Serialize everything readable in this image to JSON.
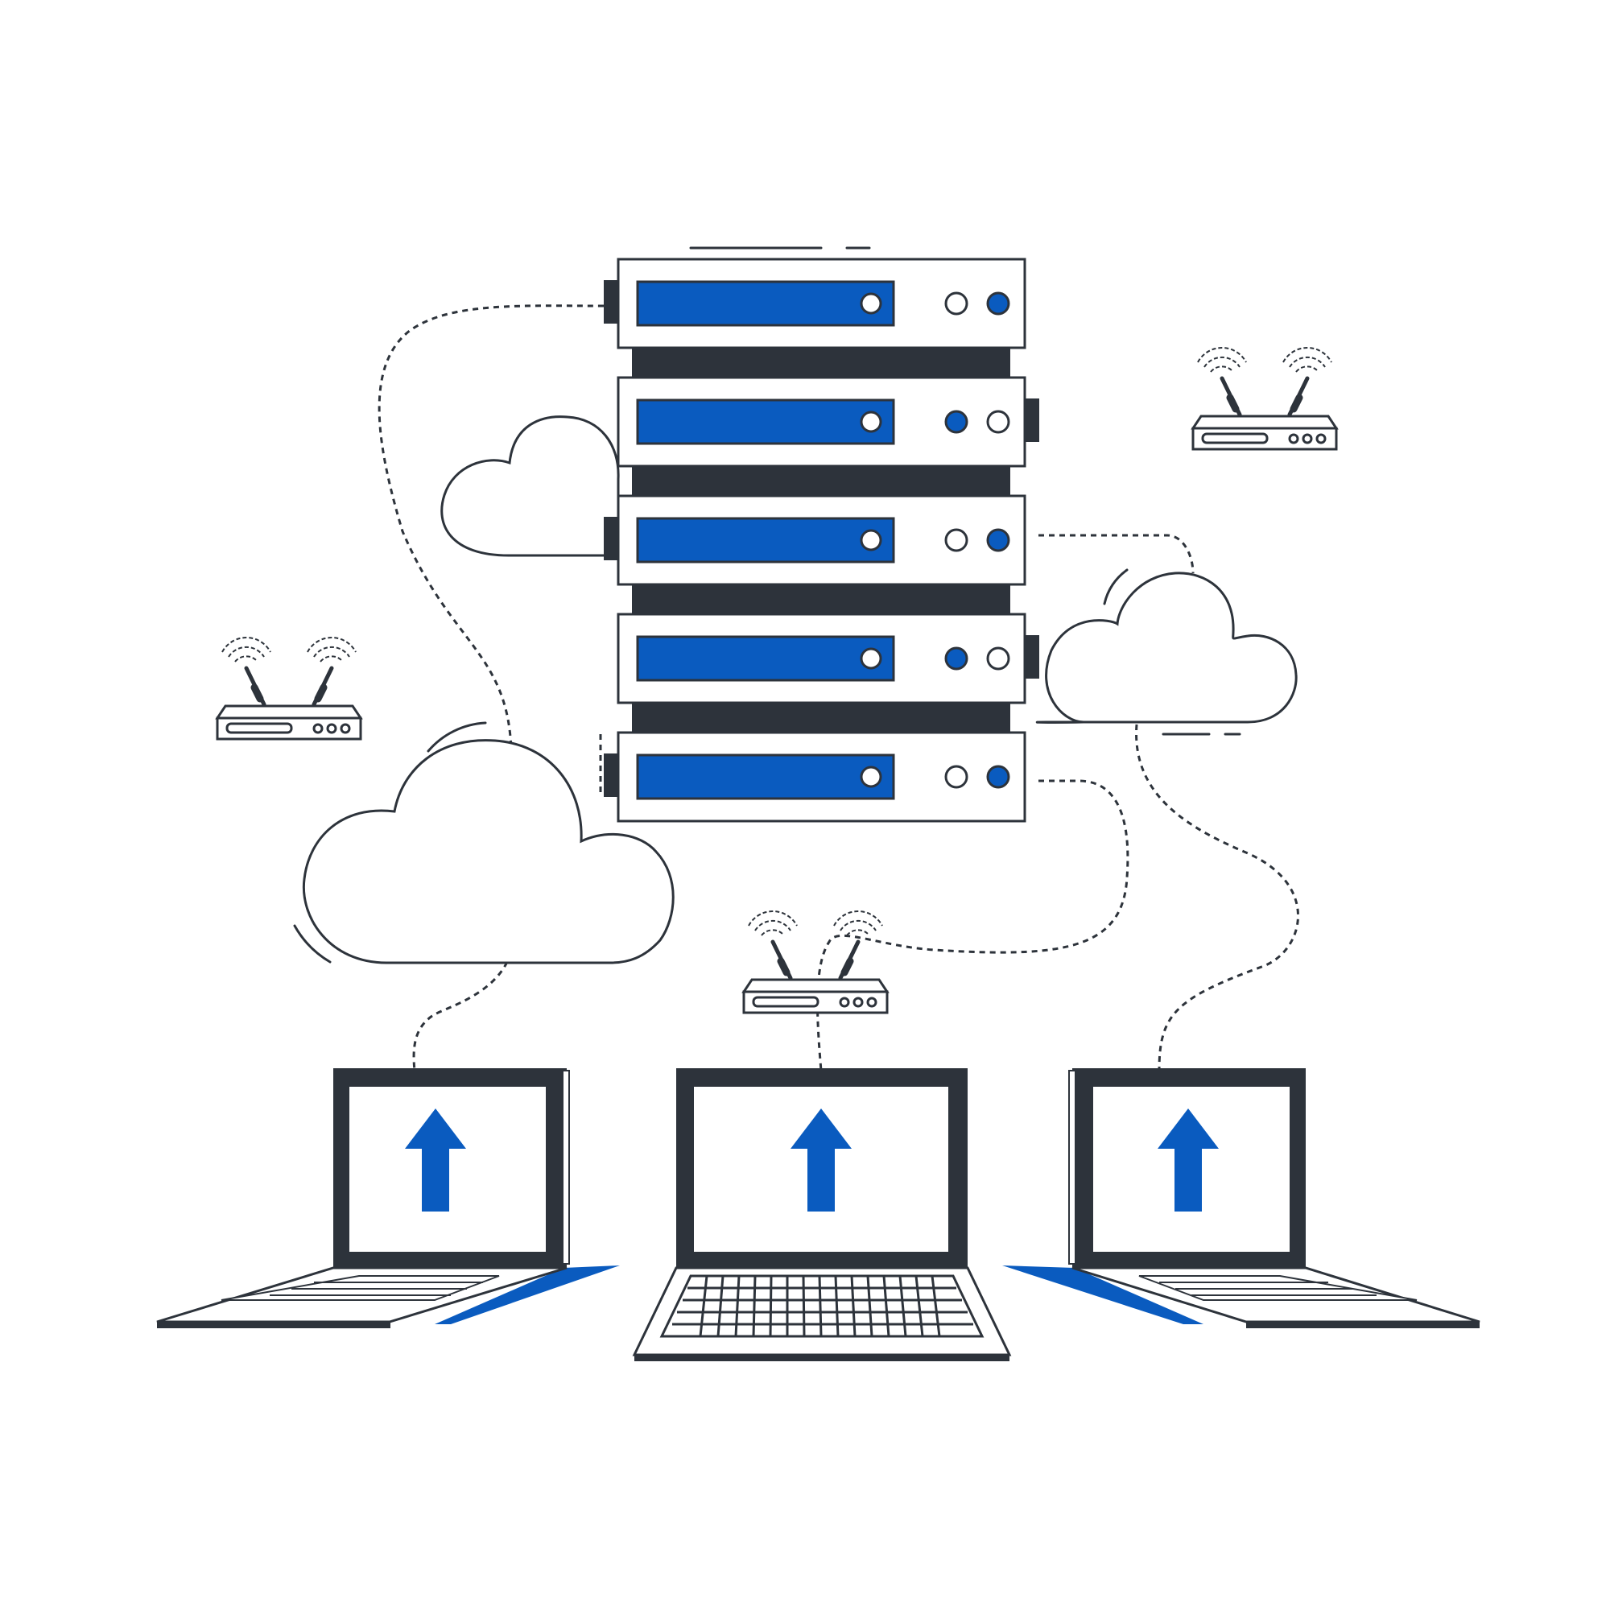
{
  "colors": {
    "background": "#ffffff",
    "outline": "#2d333b",
    "accent": "#0a5bbf",
    "dark": "#2d333b"
  },
  "icons": {
    "server": "server-rack-icon",
    "router": "wifi-router-icon",
    "cloud": "cloud-icon",
    "laptop": "laptop-icon",
    "upload": "upload-arrow-icon"
  },
  "server_rack": {
    "unit_count": 5,
    "led_states": [
      [
        "off",
        "on"
      ],
      [
        "on",
        "off"
      ],
      [
        "off",
        "on"
      ],
      [
        "on",
        "off"
      ],
      [
        "off",
        "on"
      ]
    ]
  },
  "router_count": 3,
  "cloud_count": 3,
  "laptop_count": 3
}
